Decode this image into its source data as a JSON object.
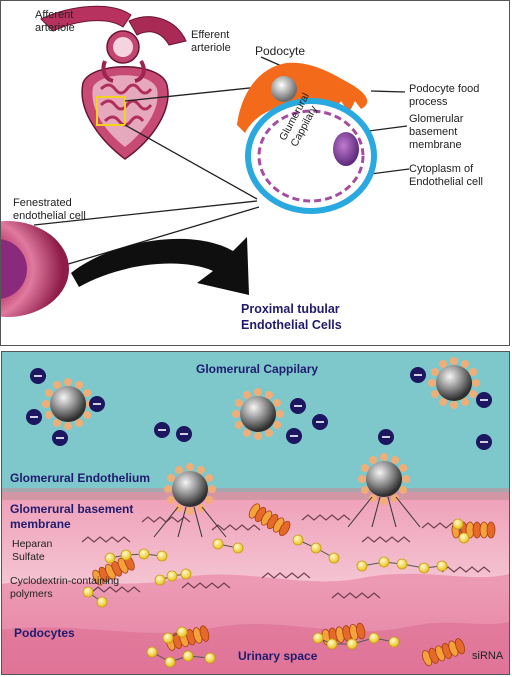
{
  "top_panel": {
    "labels": {
      "afferent": "Afferent\narteriole",
      "efferent": "Efferent\narteriole",
      "podocyte": "Podocyte",
      "food_process": "Podocyte food\nprocess",
      "gbm": "Glomerular\nbasement\nmembrane",
      "capillary": "Glumerural\nCappilary",
      "cytoplasm": "Cytoplasm of\nEndothelial cell",
      "fenestrated": "Fenestrated\nendothelial cell",
      "proximal": "Proximal tubular\nEndothelial Cells"
    }
  },
  "bottom_panel": {
    "labels": {
      "capillary": "Glomerural Cappilary",
      "endothelium": "Glomerural Endothelium",
      "gbm": "Glomerural basement\nmembrane",
      "heparan": "Heparan\nSulfate",
      "cyclodextrin": "Cyclodextrin-containing\npolymers",
      "podocytes": "Podocytes",
      "urinary": "Urinary space",
      "sirna": "siRNA"
    }
  },
  "colors": {
    "capillary_teal": "#7ec8cc",
    "tissue_pink": "#f0b9c8",
    "navy_text": "#1f1b6e",
    "podocyte_orange": "#f46a1b",
    "membrane_blue": "#29a9e0",
    "particle_gray": "#808080",
    "ion_navy": "#1d1660"
  }
}
